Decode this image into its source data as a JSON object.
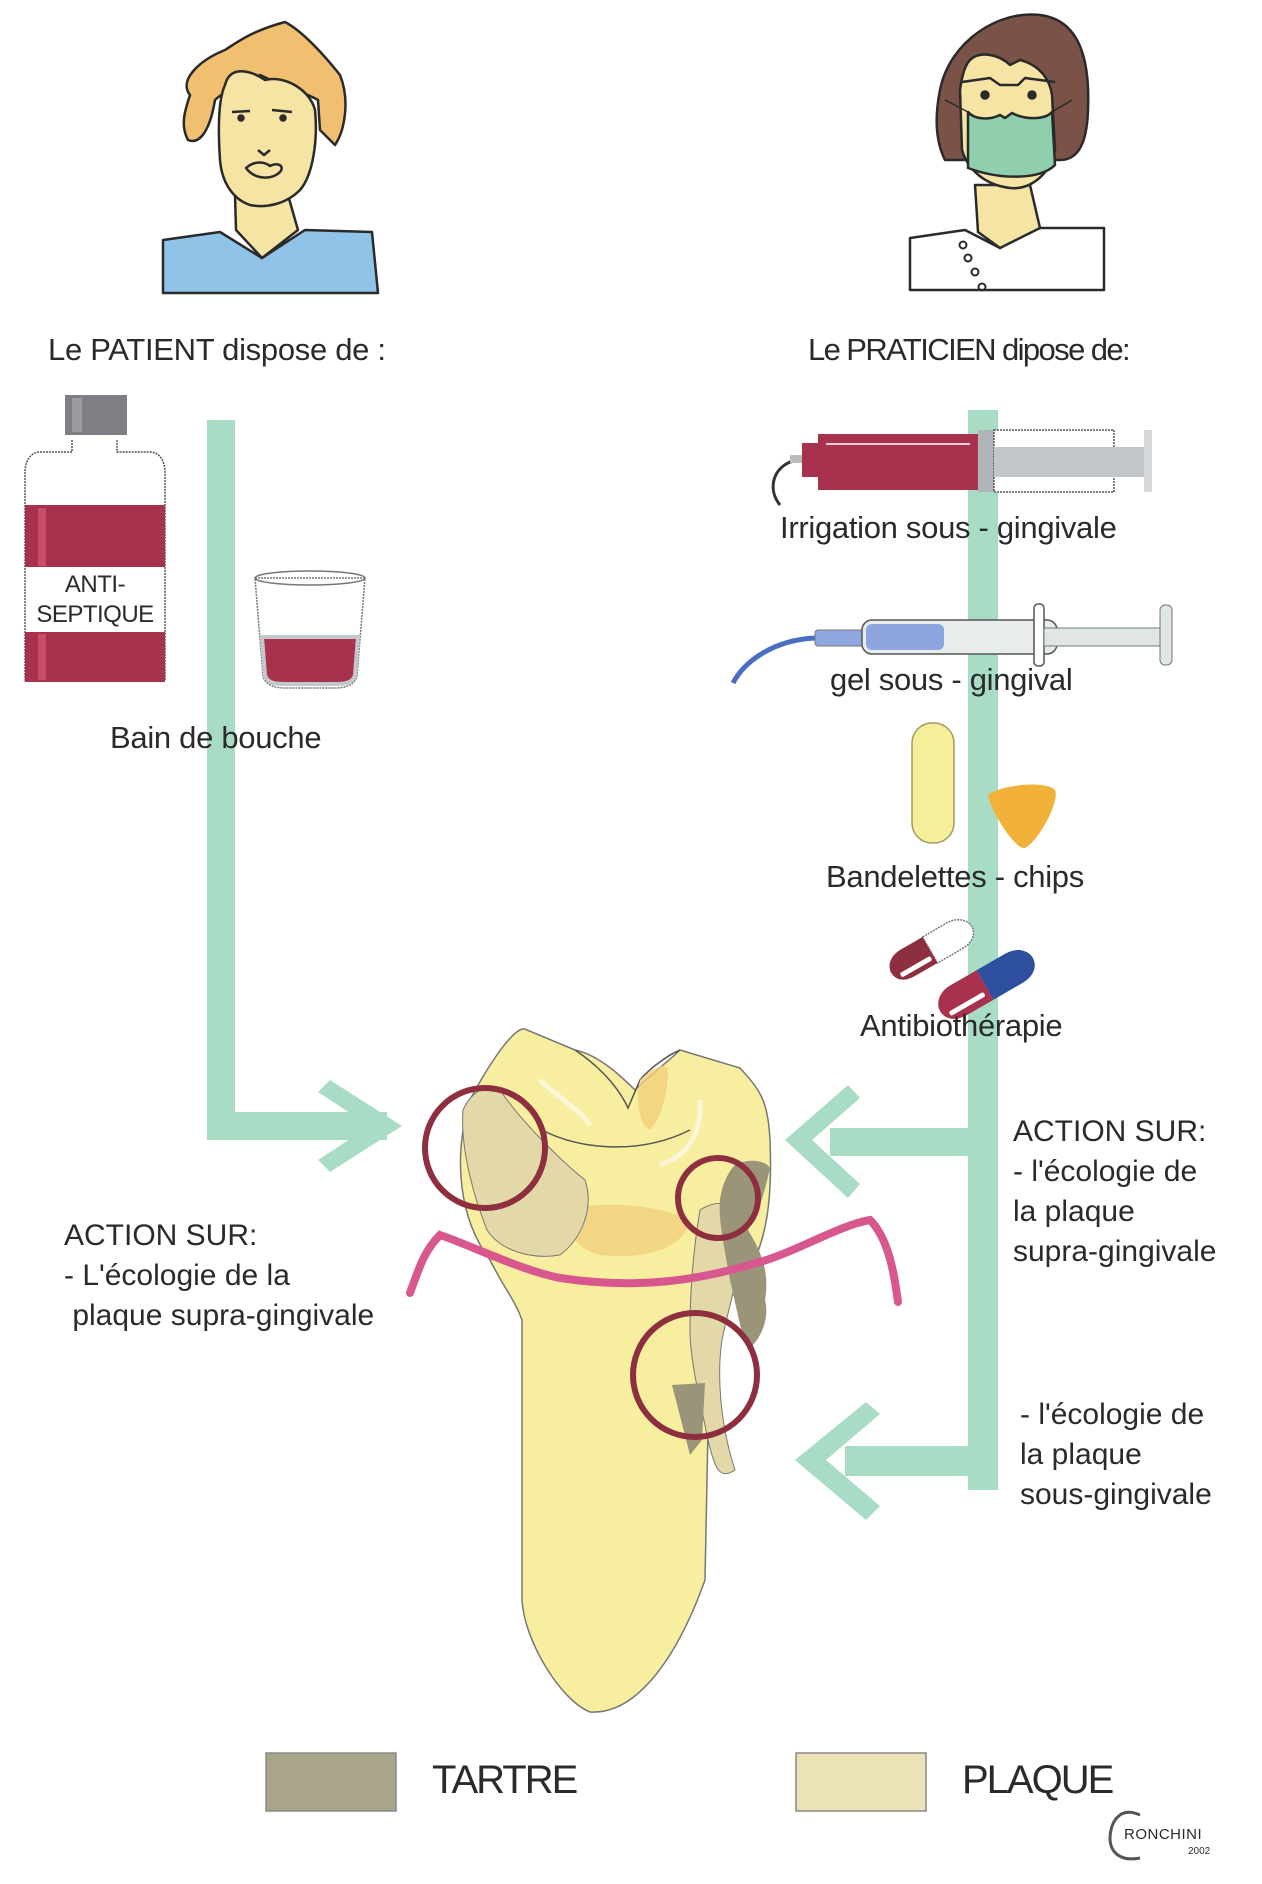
{
  "diagram": {
    "patient": {
      "heading": "Le PATIENT dispose de :",
      "items": [
        {
          "label": "Bain de bouche",
          "bottle_label_line1": "ANTI-",
          "bottle_label_line2": "SEPTIQUE"
        }
      ],
      "action": {
        "title": "ACTION SUR:",
        "line1": "- L'écologie de la",
        "line2": " plaque supra-gingivale"
      }
    },
    "praticien": {
      "heading": "Le PRATICIEN dipose de:",
      "items": [
        {
          "label": "Irrigation sous - gingivale"
        },
        {
          "label": "gel sous - gingival"
        },
        {
          "label": "Bandelettes - chips"
        },
        {
          "label": "Antibiothérapie"
        }
      ],
      "action_supra": {
        "title": "ACTION SUR:",
        "line1": "- l'écologie de",
        "line2": "la plaque",
        "line3": "supra-gingivale"
      },
      "action_sous": {
        "line1": "- l'écologie de",
        "line2": "la plaque",
        "line3": "sous-gingivale"
      }
    },
    "legend": {
      "items": [
        {
          "label": "TARTRE",
          "color": "#a8a58a"
        },
        {
          "label": "PLAQUE",
          "color": "#ebe2b8"
        }
      ]
    },
    "signature": {
      "name": "RONCHINI",
      "year": "2002"
    },
    "colors": {
      "arrow": "#a8dcc4",
      "tooth": "#f7eea0",
      "gum_line": "#d9578f",
      "highlight_circle": "#8e2f3f",
      "liquid": "#a8324e",
      "tartar": "#9a9478",
      "plaque": "#e3d8a8"
    }
  }
}
